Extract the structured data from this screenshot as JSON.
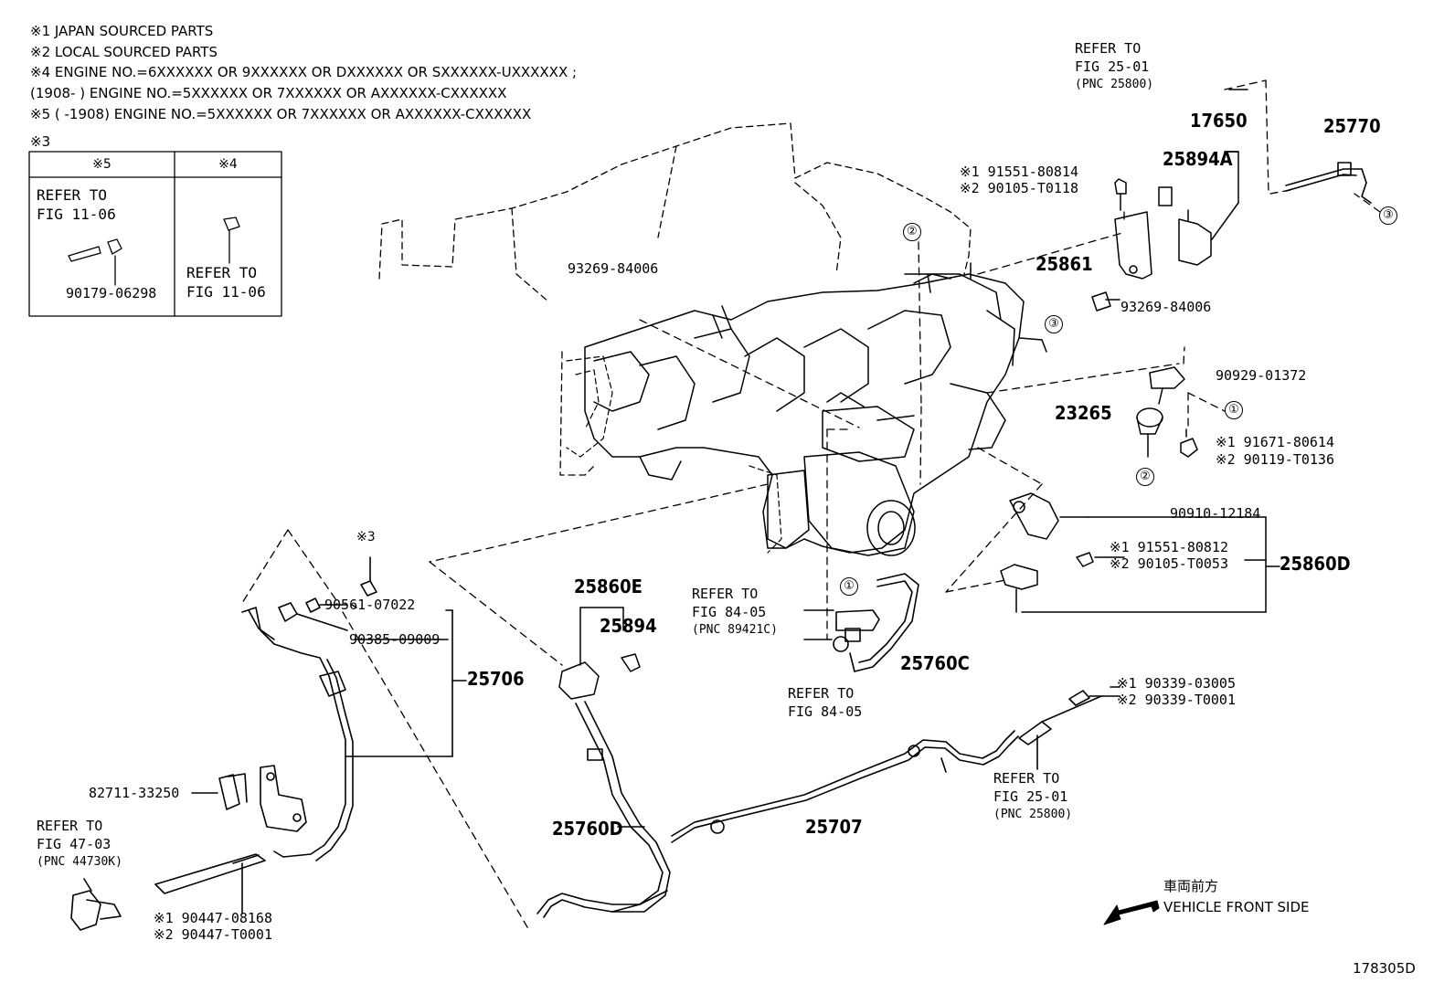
{
  "notes": [
    "※1 JAPAN SOURCED PARTS",
    "※2 LOCAL SOURCED PARTS",
    "※4 ENGINE NO.=6XXXXXX OR 9XXXXXX OR DXXXXXX OR SXXXXXX-UXXXXXX ;",
    "(1908-      ) ENGINE NO.=5XXXXXX OR 7XXXXXX OR AXXXXXX-CXXXXXX",
    "※5 (      -1908) ENGINE NO.=5XXXXXX OR 7XXXXXX OR AXXXXXX-CXXXXXX"
  ],
  "table": {
    "label": "※3",
    "col1": "※5",
    "col2": "※4",
    "c1_refer": [
      "REFER TO",
      "FIG 11-06"
    ],
    "c1_part": "90179-06298",
    "c2_refer": [
      "REFER TO",
      "FIG 11-06"
    ]
  },
  "refs": {
    "top_right": [
      "REFER TO",
      "FIG 25-01",
      "(PNC 25800)"
    ],
    "mid": [
      "REFER TO",
      "FIG 84-05",
      "(PNC 89421C)"
    ],
    "mid2": [
      "REFER TO",
      "FIG 84-05"
    ],
    "bottom_right": [
      "REFER TO",
      "FIG 25-01",
      "(PNC 25800)"
    ],
    "bottom_left": [
      "REFER TO",
      "FIG 47-03",
      "(PNC 44730K)"
    ]
  },
  "parts": {
    "p17650": "17650",
    "p25770": "25770",
    "p25894A": "25894A",
    "p25861": "25861",
    "p23265": "23265",
    "p25860D": "25860D",
    "p25860E": "25860E",
    "p25894": "25894",
    "p25706": "25706",
    "p25760C": "25760C",
    "p25760D": "25760D",
    "p25707": "25707"
  },
  "small": {
    "s1a": "※1 91551-80814",
    "s1b": "※2 90105-T0118",
    "s2": "93269-84006",
    "s3": "93269-84006",
    "s4": "90929-01372",
    "s5a": "※1 91671-80614",
    "s5b": "※2 90119-T0136",
    "s6": "90910-12184",
    "s7a": "※1 91551-80812",
    "s7b": "※2 90105-T0053",
    "s8": "※3",
    "s9": "90561-07022",
    "s10": "90385-09009",
    "s11a": "※1 90339-03005",
    "s11b": "※2 90339-T0001",
    "s12": "82711-33250",
    "s13a": "※1 90447-08168",
    "s13b": "※2 90447-T0001"
  },
  "circles": {
    "one": "①",
    "two": "②",
    "three": "③"
  },
  "direction": {
    "jp": "車両前方",
    "en": "VEHICLE FRONT SIDE"
  },
  "figure_id": "178305D"
}
